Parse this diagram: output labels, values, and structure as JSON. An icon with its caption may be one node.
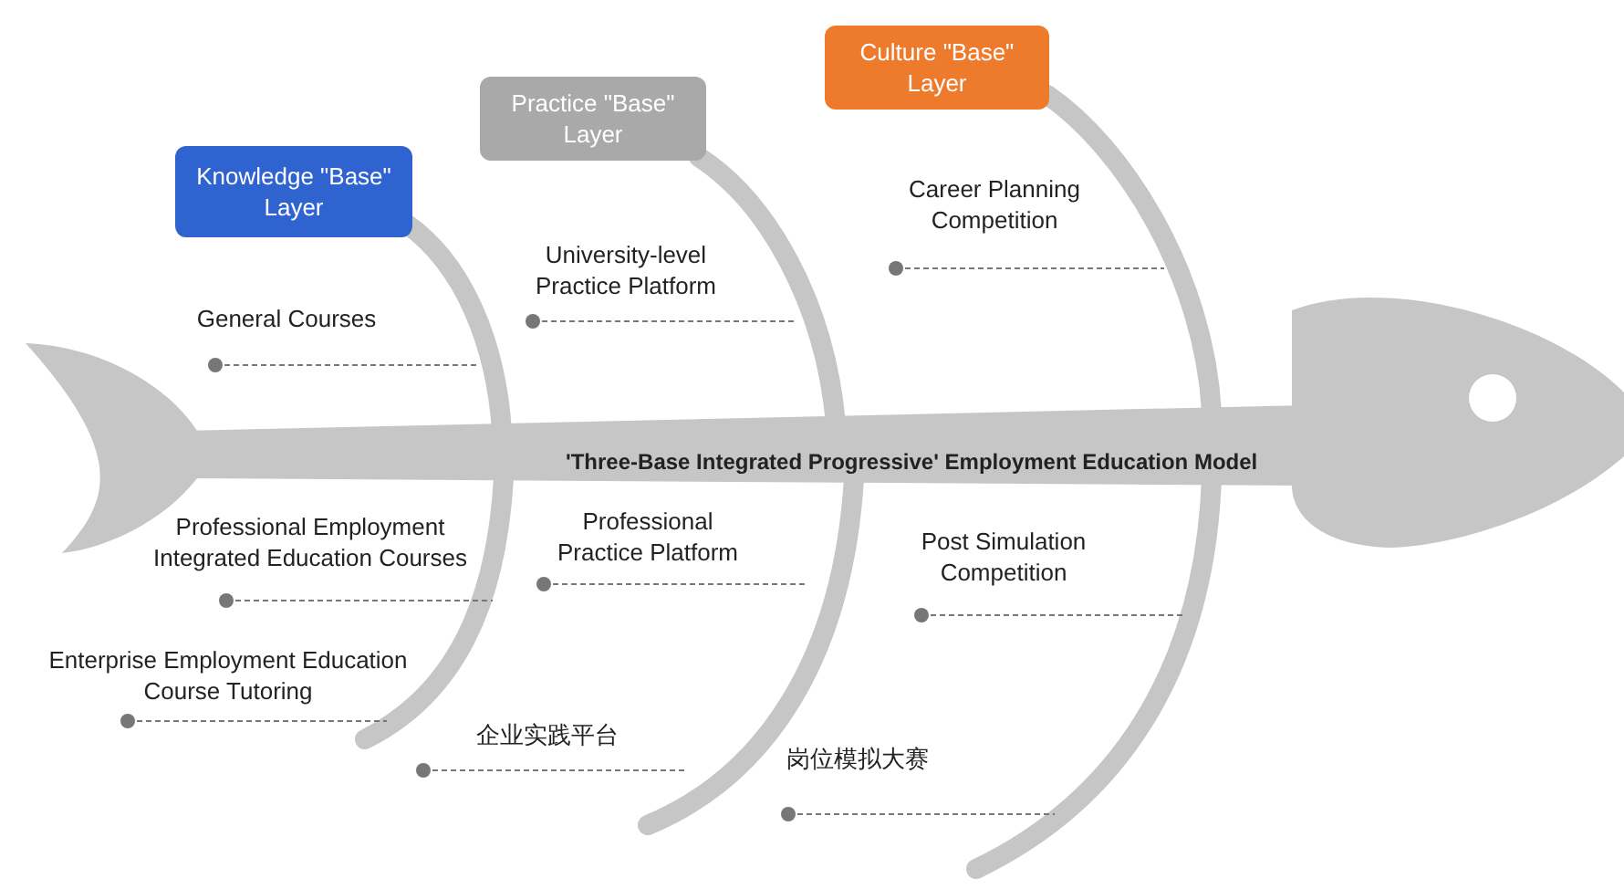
{
  "diagram": {
    "nodes": [
      {
        "text": [
          "Knowledge \"Base\" Layer"
        ]
      },
      {
        "text": [
          "Practice \"Base\" Layer"
        ]
      },
      {
        "text": [
          "Culture \"Base\" Layer"
        ]
      },
      {
        "text": [
          "General Courses"
        ]
      },
      {
        "text": [
          "University-level Practice Platform"
        ]
      },
      {
        "text": [
          "Career Planning Competition"
        ]
      },
      {
        "text": [
          "Professional Employment Integrated Education Courses"
        ]
      },
      {
        "text": [
          "Professional Practice Platform"
        ]
      },
      {
        "text": [
          "Post Simulation Competition"
        ]
      },
      {
        "text": [
          "Enterprise Employment Education Course Tutoring"
        ]
      },
      {
        "text": [
          "企业实践平台"
        ]
      },
      {
        "text": [
          "岗位模拟大赛"
        ]
      }
    ],
    "edges": [
      {
        "from": 3,
        "to": null,
        "arrow": "other",
        "style": "dashed"
      },
      {
        "from": 4,
        "to": null,
        "arrow": "other",
        "style": "dashed"
      },
      {
        "from": 5,
        "to": null,
        "arrow": "other",
        "style": "dashed"
      },
      {
        "from": 6,
        "to": null,
        "arrow": "other",
        "style": "dashed"
      },
      {
        "from": 7,
        "to": null,
        "arrow": "other",
        "style": "dashed"
      },
      {
        "from": 8,
        "to": null,
        "arrow": "other",
        "style": "dashed"
      },
      {
        "from": 9,
        "to": null,
        "arrow": "other",
        "style": "dashed"
      },
      {
        "from": 10,
        "to": null,
        "arrow": "other",
        "style": "dashed"
      },
      {
        "from": 11,
        "to": null,
        "arrow": "other",
        "style": "dashed"
      }
    ],
    "labels": [
      "'Three-Base Integrated Progressive' Employment Education Model"
    ]
  }
}
